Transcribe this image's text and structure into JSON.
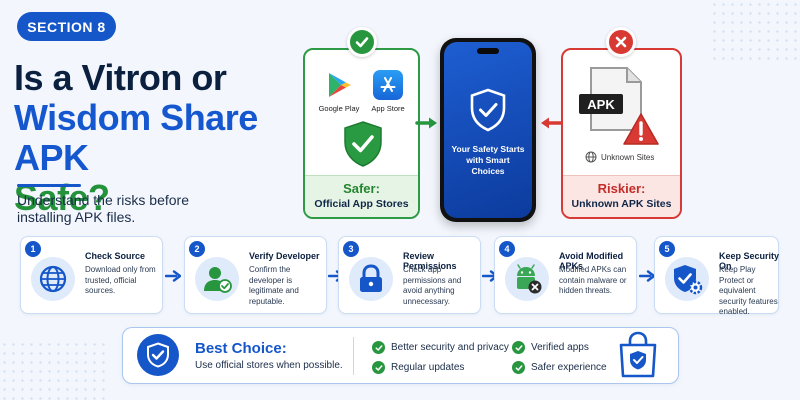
{
  "header": {
    "section_label": "SECTION 8",
    "title_line1": "Is a Vitron or",
    "title_line2": "Wisdom Share APK",
    "title_line3": "Safe?",
    "subtitle": "Understand the risks before installing APK files."
  },
  "safer": {
    "store1": "Google Play",
    "store2": "App Store",
    "heading": "Safer:",
    "caption": "Official App Stores"
  },
  "phone": {
    "text": "Your Safety Starts with Smart Choices"
  },
  "riskier": {
    "file_label": "APK",
    "source": "Unknown Sites",
    "heading": "Riskier:",
    "caption": "Unknown APK Sites"
  },
  "steps": [
    {
      "num": "1",
      "title": "Check Source",
      "desc": "Download only from trusted, official sources.",
      "icon": "globe-icon"
    },
    {
      "num": "2",
      "title": "Verify Developer",
      "desc": "Confirm the developer is legitimate and reputable.",
      "icon": "user-check-icon"
    },
    {
      "num": "3",
      "title": "Review Permissions",
      "desc": "Check app permissions and avoid anything unnecessary.",
      "icon": "lock-icon"
    },
    {
      "num": "4",
      "title": "Avoid Modified APKs",
      "desc": "Modified APKs can contain malware or hidden threats.",
      "icon": "android-icon"
    },
    {
      "num": "5",
      "title": "Keep Security On",
      "desc": "Keep Play Protect or equivalent security features enabled.",
      "icon": "shield-gear-icon"
    }
  ],
  "best": {
    "title": "Best Choice:",
    "subtitle": "Use official stores when possible.",
    "bullets": [
      "Better security and privacy",
      "Verified apps",
      "Regular updates",
      "Safer experience"
    ]
  },
  "colors": {
    "primary": "#1556c9",
    "safe": "#27963f",
    "danger": "#d83a33"
  }
}
